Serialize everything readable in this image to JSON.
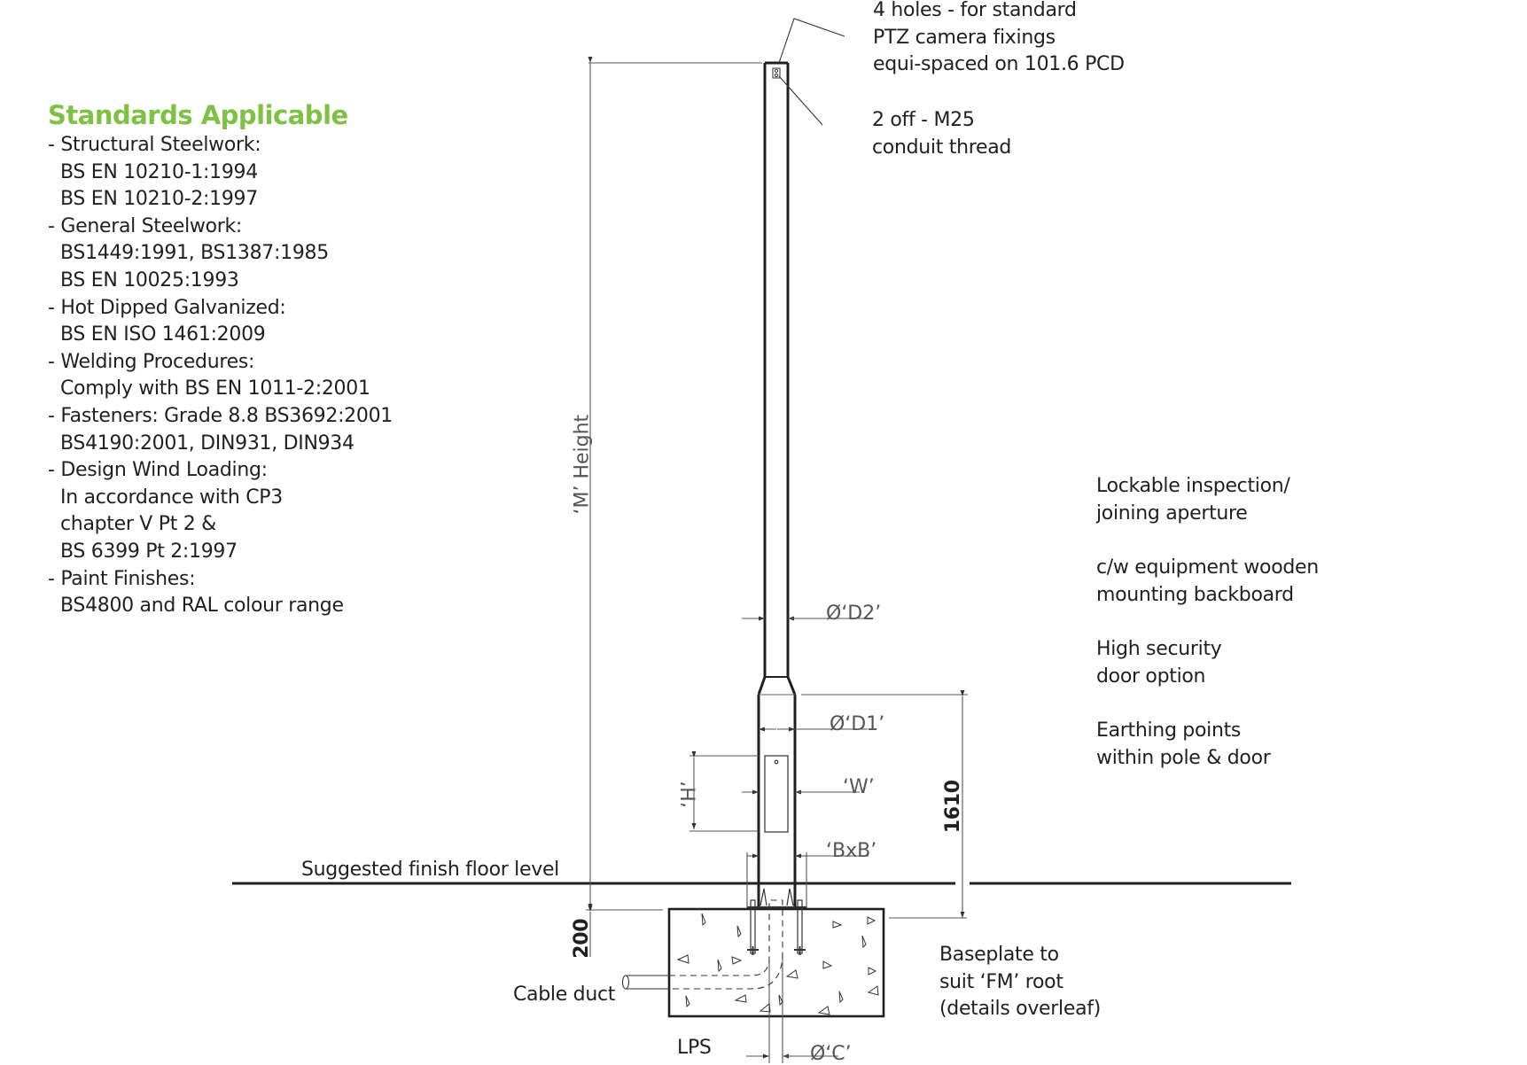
{
  "standards": {
    "heading": "Standards Applicable",
    "color": "#7dc242",
    "lines": [
      {
        "text": "- Structural Steelwork:",
        "indent": false
      },
      {
        "text": "BS EN 10210-1:1994",
        "indent": true
      },
      {
        "text": "BS EN 10210-2:1997",
        "indent": true
      },
      {
        "text": "- General Steelwork:",
        "indent": false
      },
      {
        "text": "BS1449:1991, BS1387:1985",
        "indent": true
      },
      {
        "text": "BS EN 10025:1993",
        "indent": true
      },
      {
        "text": "- Hot Dipped Galvanized:",
        "indent": false
      },
      {
        "text": "BS EN ISO 1461:2009",
        "indent": true
      },
      {
        "text": "- Welding Procedures:",
        "indent": false
      },
      {
        "text": "Comply with BS EN 1011-2:2001",
        "indent": true
      },
      {
        "text": "- Fasteners: Grade 8.8 BS3692:2001",
        "indent": false
      },
      {
        "text": "BS4190:2001, DIN931, DIN934",
        "indent": true
      },
      {
        "text": "- Design Wind Loading:",
        "indent": false
      },
      {
        "text": "In accordance with CP3",
        "indent": true
      },
      {
        "text": "chapter V Pt 2 &",
        "indent": true
      },
      {
        "text": "BS 6399 Pt 2:1997",
        "indent": true
      },
      {
        "text": "- Paint Finishes:",
        "indent": false
      },
      {
        "text": "BS4800 and RAL colour range",
        "indent": true
      }
    ]
  },
  "callouts": {
    "top_holes": [
      "4 holes - for standard",
      "PTZ camera fixings",
      "equi-spaced on 101.6 PCD"
    ],
    "conduit": [
      "2 off - M25",
      "conduit thread"
    ],
    "inspection": [
      "Lockable inspection/",
      "joining aperture"
    ],
    "backboard": [
      "c/w equipment wooden",
      "mounting backboard"
    ],
    "security": [
      "High security",
      "door option"
    ],
    "earthing": [
      "Earthing points",
      "within pole & door"
    ],
    "baseplate": [
      "Baseplate to",
      "suit ‘FM’ root",
      "(details overleaf)"
    ],
    "floor_level": "Suggested finish floor level",
    "cable_duct": "Cable duct",
    "lps": "LPS"
  },
  "dimensions": {
    "m_height": "‘M’ Height",
    "d2": "Ø‘D2’",
    "d1": "Ø‘D1’",
    "w": "‘W’",
    "h": "‘H’",
    "bxb": "‘BxB’",
    "c": "Ø‘C’",
    "base_height": "1610",
    "foundation_depth": "200"
  }
}
